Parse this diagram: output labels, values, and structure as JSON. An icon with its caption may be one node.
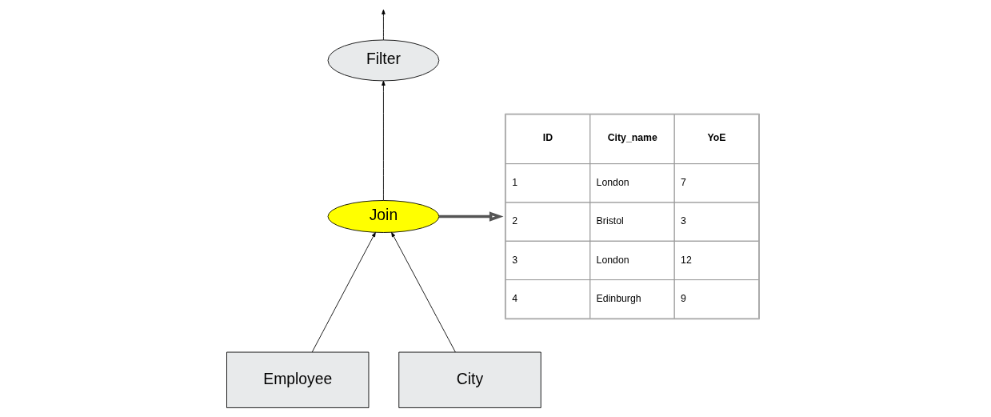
{
  "diagram": {
    "nodes": [
      {
        "text": [
          "Filter"
        ]
      },
      {
        "text": [
          "Join"
        ]
      },
      {
        "text": [
          "Employee"
        ]
      },
      {
        "text": [
          "City"
        ]
      },
      {
        "text": [
          "ID",
          "City_name",
          "YoE",
          "1",
          "London",
          "7",
          "2",
          "Bristol",
          "3",
          "3",
          "London",
          "12",
          "4",
          "Edinburgh",
          "9"
        ]
      }
    ],
    "edges": [
      {
        "from": 0,
        "to": null,
        "arrow": "to"
      },
      {
        "from": 1,
        "to": 0,
        "arrow": "to"
      },
      {
        "from": 2,
        "to": 1,
        "arrow": "to"
      },
      {
        "from": 3,
        "to": 1,
        "arrow": "to"
      },
      {
        "from": 1,
        "to": 4,
        "arrow": "to",
        "style": "thick"
      }
    ]
  }
}
